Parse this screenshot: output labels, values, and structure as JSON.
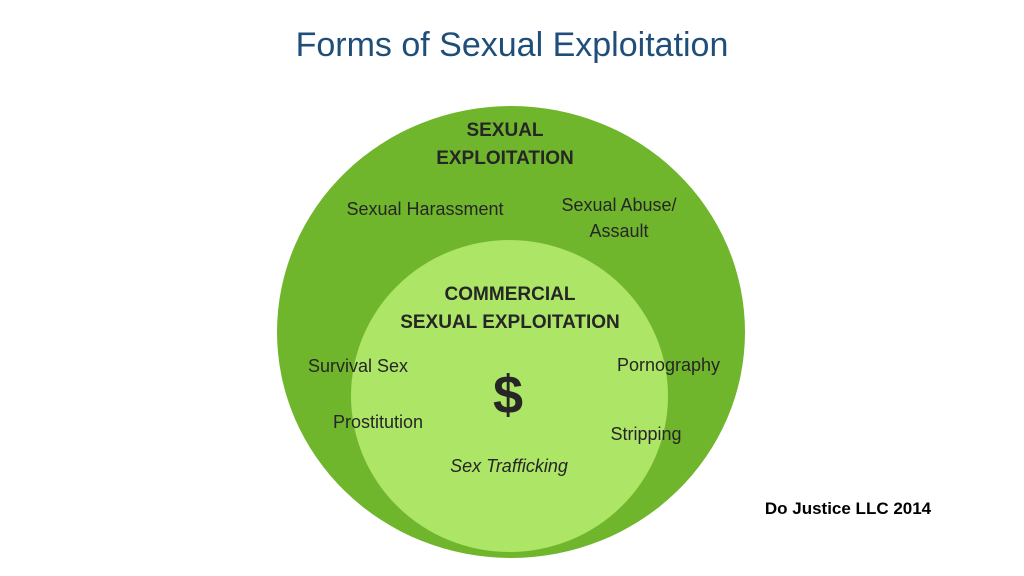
{
  "title": "Forms of Sexual Exploitation",
  "outer": {
    "heading_line1": "SEXUAL",
    "heading_line2": "EXPLOITATION",
    "item_harassment": "Sexual Harassment",
    "item_abuse_line1": "Sexual Abuse/",
    "item_abuse_line2": "Assault"
  },
  "inner": {
    "heading_line1": "COMMERCIAL",
    "heading_line2": "SEXUAL EXPLOITATION",
    "items": {
      "survival_sex": "Survival Sex",
      "pornography": "Pornography",
      "prostitution": "Prostitution",
      "stripping": "Stripping",
      "sex_trafficking": "Sex Trafficking"
    },
    "symbol": "$"
  },
  "credit": "Do Justice LLC 2014",
  "colors": {
    "outer_circle": "#70b62c",
    "inner_circle": "#ade567",
    "title": "#1f4e79"
  }
}
